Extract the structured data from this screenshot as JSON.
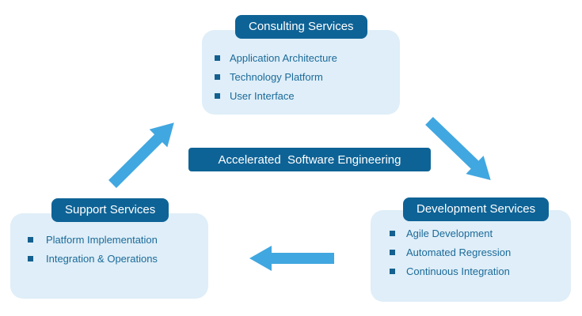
{
  "banner": {
    "label": "Accelerated  Software Engineering"
  },
  "groups": {
    "consulting": {
      "title": "Consulting Services",
      "items": [
        "Application Architecture",
        "Technology Platform",
        "User Interface"
      ]
    },
    "support": {
      "title": "Support Services",
      "items": [
        "Platform Implementation",
        "Integration & Operations"
      ]
    },
    "development": {
      "title": "Development Services",
      "items": [
        "Agile Development",
        "Automated Regression",
        "Continuous Integration"
      ]
    }
  },
  "icons": {
    "bullet": "square-bullet-icon",
    "arrows": [
      "arrow-up-right-icon",
      "arrow-down-right-icon",
      "arrow-left-icon"
    ]
  },
  "colors": {
    "header": "#0E6396",
    "body": "#DFEEF8",
    "text": "#1B6A99",
    "bullet": "#14608F",
    "arrow": "#41A7E0"
  }
}
